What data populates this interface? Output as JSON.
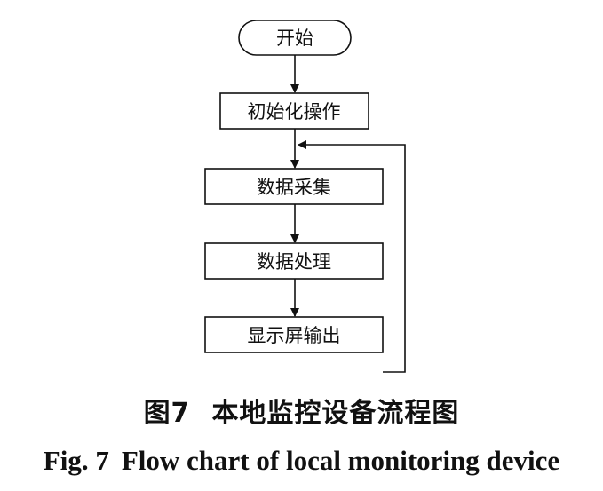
{
  "nodes": {
    "start": "开始",
    "init": "初始化操作",
    "collect": "数据采集",
    "process": "数据处理",
    "output": "显示屏输出"
  },
  "caption": {
    "cn_number": "图7",
    "cn_title": "本地监控设备流程图",
    "en_number": "Fig. 7",
    "en_title": "Flow chart of local monitoring device"
  },
  "colors": {
    "stroke": "#111111",
    "background": "#ffffff"
  }
}
